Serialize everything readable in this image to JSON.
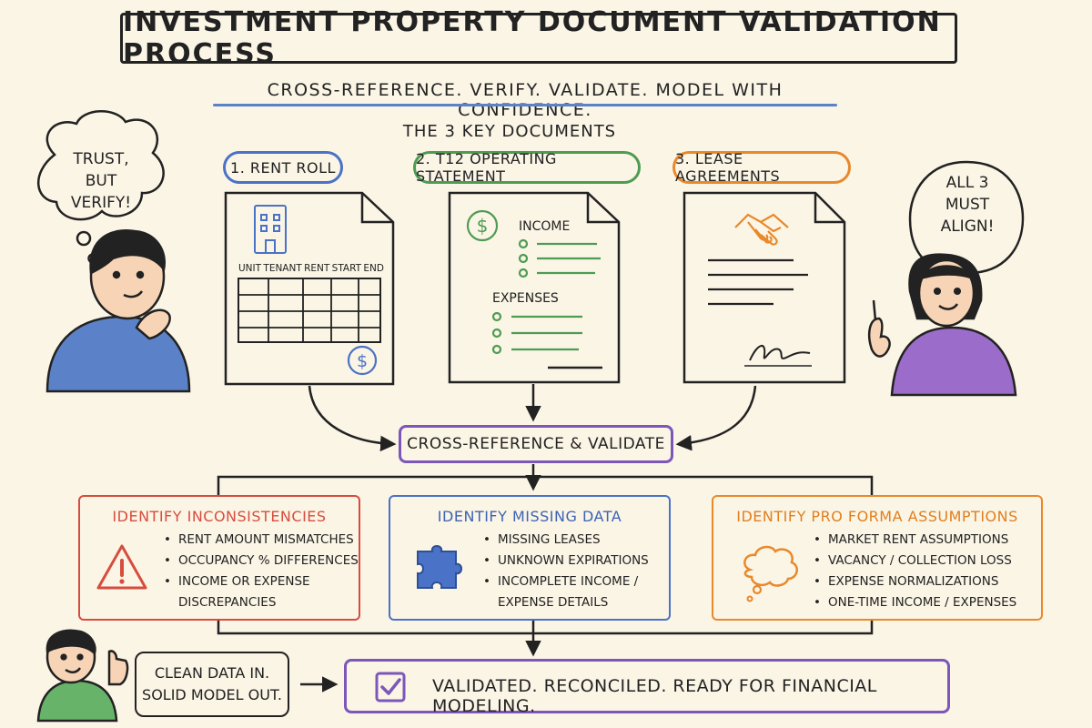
{
  "title": "INVESTMENT PROPERTY DOCUMENT VALIDATION PROCESS",
  "subtitle": "CROSS-REFERENCE. VERIFY. VALIDATE. MODEL WITH CONFIDENCE.",
  "key_docs_heading": "THE 3 KEY DOCUMENTS",
  "documents": [
    {
      "label": "1. RENT ROLL",
      "columns": [
        "UNIT",
        "TENANT",
        "RENT",
        "START",
        "END"
      ]
    },
    {
      "label": "2. T12 OPERATING STATEMENT",
      "income": "INCOME",
      "expenses": "EXPENSES"
    },
    {
      "label": "3. LEASE AGREEMENTS"
    }
  ],
  "bubbles": {
    "left": [
      "TRUST,",
      "BUT",
      "VERIFY!"
    ],
    "right": [
      "ALL 3",
      "MUST",
      "ALIGN!"
    ]
  },
  "process": "CROSS-REFERENCE & VALIDATE",
  "panels": [
    {
      "title": "IDENTIFY INCONSISTENCIES",
      "items": [
        "RENT AMOUNT MISMATCHES",
        "OCCUPANCY % DIFFERENCES",
        "INCOME OR EXPENSE",
        "DISCREPANCIES"
      ]
    },
    {
      "title": "IDENTIFY MISSING DATA",
      "items": [
        "MISSING LEASES",
        "UNKNOWN EXPIRATIONS",
        "INCOMPLETE INCOME /",
        "EXPENSE DETAILS"
      ]
    },
    {
      "title": "IDENTIFY PRO FORMA ASSUMPTIONS",
      "items": [
        "MARKET RENT ASSUMPTIONS",
        "VACANCY / COLLECTION LOSS",
        "EXPENSE NORMALIZATIONS",
        "ONE-TIME INCOME / EXPENSES"
      ]
    }
  ],
  "clean_data": [
    "CLEAN DATA IN.",
    "SOLID MODEL OUT."
  ],
  "result": "VALIDATED. RECONCILED. READY FOR FINANCIAL MODELING.",
  "colors": {
    "blue": "#4a72c6",
    "green": "#4e9b52",
    "orange": "#e8892b",
    "purple": "#7c57b9",
    "red": "#d64d3f"
  }
}
